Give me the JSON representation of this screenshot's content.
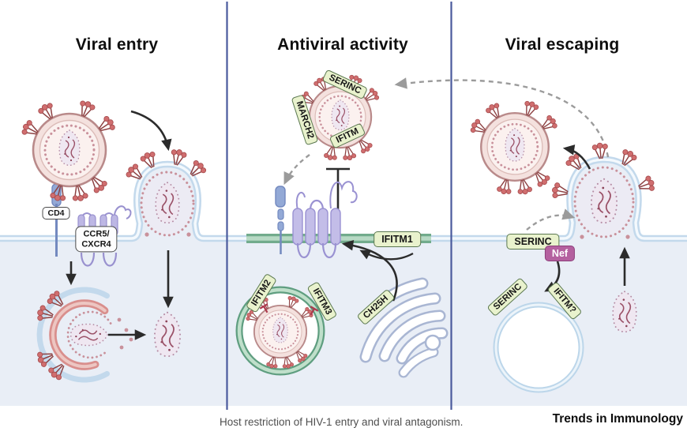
{
  "figure": {
    "panels": [
      {
        "title": "Viral entry"
      },
      {
        "title": "Antiviral activity"
      },
      {
        "title": "Viral escaping"
      }
    ],
    "labels": {
      "cd4": "CD4",
      "coreceptor_line1": "CCR5/",
      "coreceptor_line2": "CXCR4",
      "serinc_on_virion": "SERINC",
      "march2": "MARCH2",
      "ifitm_on_virion": "IFITM",
      "ifitm1": "IFITM1",
      "ifitm2": "IFITM2",
      "ifitm3": "IFITM3",
      "ch25h": "CH25H",
      "serinc_membrane": "SERINC",
      "nef": "Nef",
      "serinc_vesicle": "SERINC",
      "ifitm_question": "IFITM?"
    },
    "caption": "Host restriction of HIV-1 entry and viral antagonism.",
    "journal": "Trends in Immunology",
    "colors": {
      "cytoplasm": "#e9eef6",
      "membrane_blue": "#c3d9ec",
      "membrane_green": "#72ab8c",
      "virion_envelope": "#b98a8a",
      "spike_red": "#d06e6f",
      "tag_green_bg": "#e9f2cd",
      "tag_green_border": "#5b7850",
      "nef_magenta": "#b4609f",
      "divider_blue": "#4a5a9d",
      "golgi_outline": "#a9b6d3",
      "receptor_purple": "#bdb7e4",
      "cd4_blue": "#93a9d6"
    }
  }
}
